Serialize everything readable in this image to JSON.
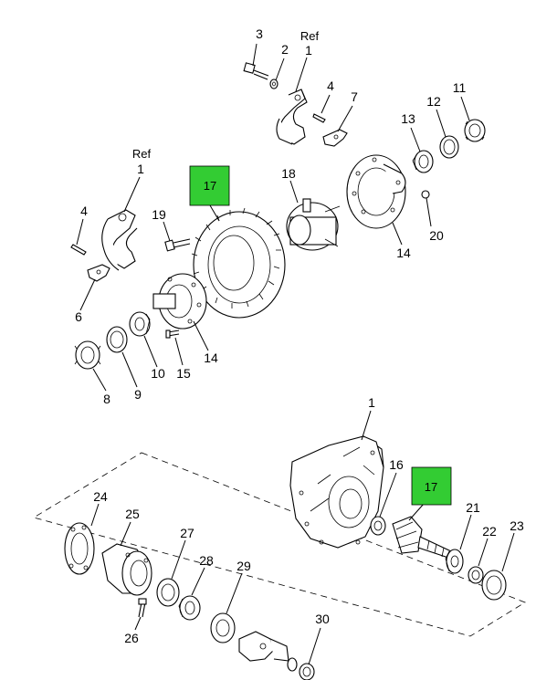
{
  "diagram": {
    "highlight_color": "#33cc33",
    "callouts": {
      "c3": "3",
      "c2": "2",
      "ref_a": "Ref",
      "c1a": "1",
      "c4a": "4",
      "c7": "7",
      "c13": "13",
      "c12": "12",
      "c11": "11",
      "ref_b": "Ref",
      "c1b": "1",
      "c4b": "4",
      "c19": "19",
      "c17a": "17",
      "c18": "18",
      "c20": "20",
      "c14a": "14",
      "c6": "6",
      "c10": "10",
      "c15": "15",
      "c14b": "14",
      "c8": "8",
      "c9": "9",
      "c1c": "1",
      "c16": "16",
      "c17b": "17",
      "c24": "24",
      "c25": "25",
      "c27": "27",
      "c28": "28",
      "c29": "29",
      "c21": "21",
      "c22": "22",
      "c23": "23",
      "c26": "26",
      "c30": "30"
    }
  }
}
